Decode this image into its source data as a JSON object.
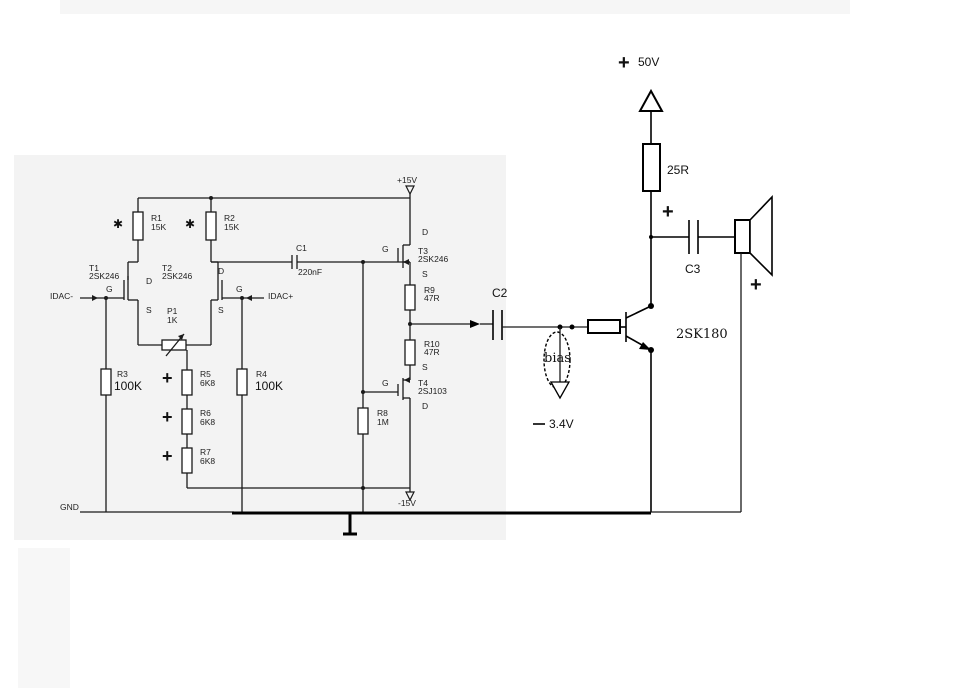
{
  "labels": {
    "t1": "T1",
    "t1_part": "2SK246",
    "t2": "T2",
    "t2_part": "2SK246",
    "t3": "T3",
    "t3_part": "2SK246",
    "t4": "T4",
    "t4_part": "2SJ103",
    "r1": "R1",
    "r1_val": "15K",
    "r2": "R2",
    "r2_val": "15K",
    "r3": "R3",
    "r3_val": "100K",
    "r4": "R4",
    "r4_val": "100K",
    "r5": "R5",
    "r5_val": "6K8",
    "r6": "R6",
    "r6_val": "6K8",
    "r7": "R7",
    "r7_val": "6K8",
    "r8": "R8",
    "r8_val": "1M",
    "r9": "R9",
    "r9_val": "47R",
    "r10": "R10",
    "r10_val": "47R",
    "p1": "P1",
    "p1_val": "1K",
    "c1": "C1",
    "c1_val": "220nF",
    "c2": "C2",
    "c3": "C3",
    "r_load": "25R",
    "transistor": "2SK180",
    "bias": "bias",
    "idac_minus": "IDAC-",
    "idac_plus": "IDAC+",
    "gnd": "GND",
    "plus15": "+15V",
    "minus15": "-15V",
    "plus50": "50V",
    "minus34": "3.4V",
    "pin_g": "G",
    "pin_d": "D",
    "pin_s": "S",
    "plus_sign": "+",
    "star": "✱"
  },
  "colors": {
    "wire": "#1a1a1a",
    "scan_background": "#f3f3f3",
    "paper": "#ffffff"
  }
}
